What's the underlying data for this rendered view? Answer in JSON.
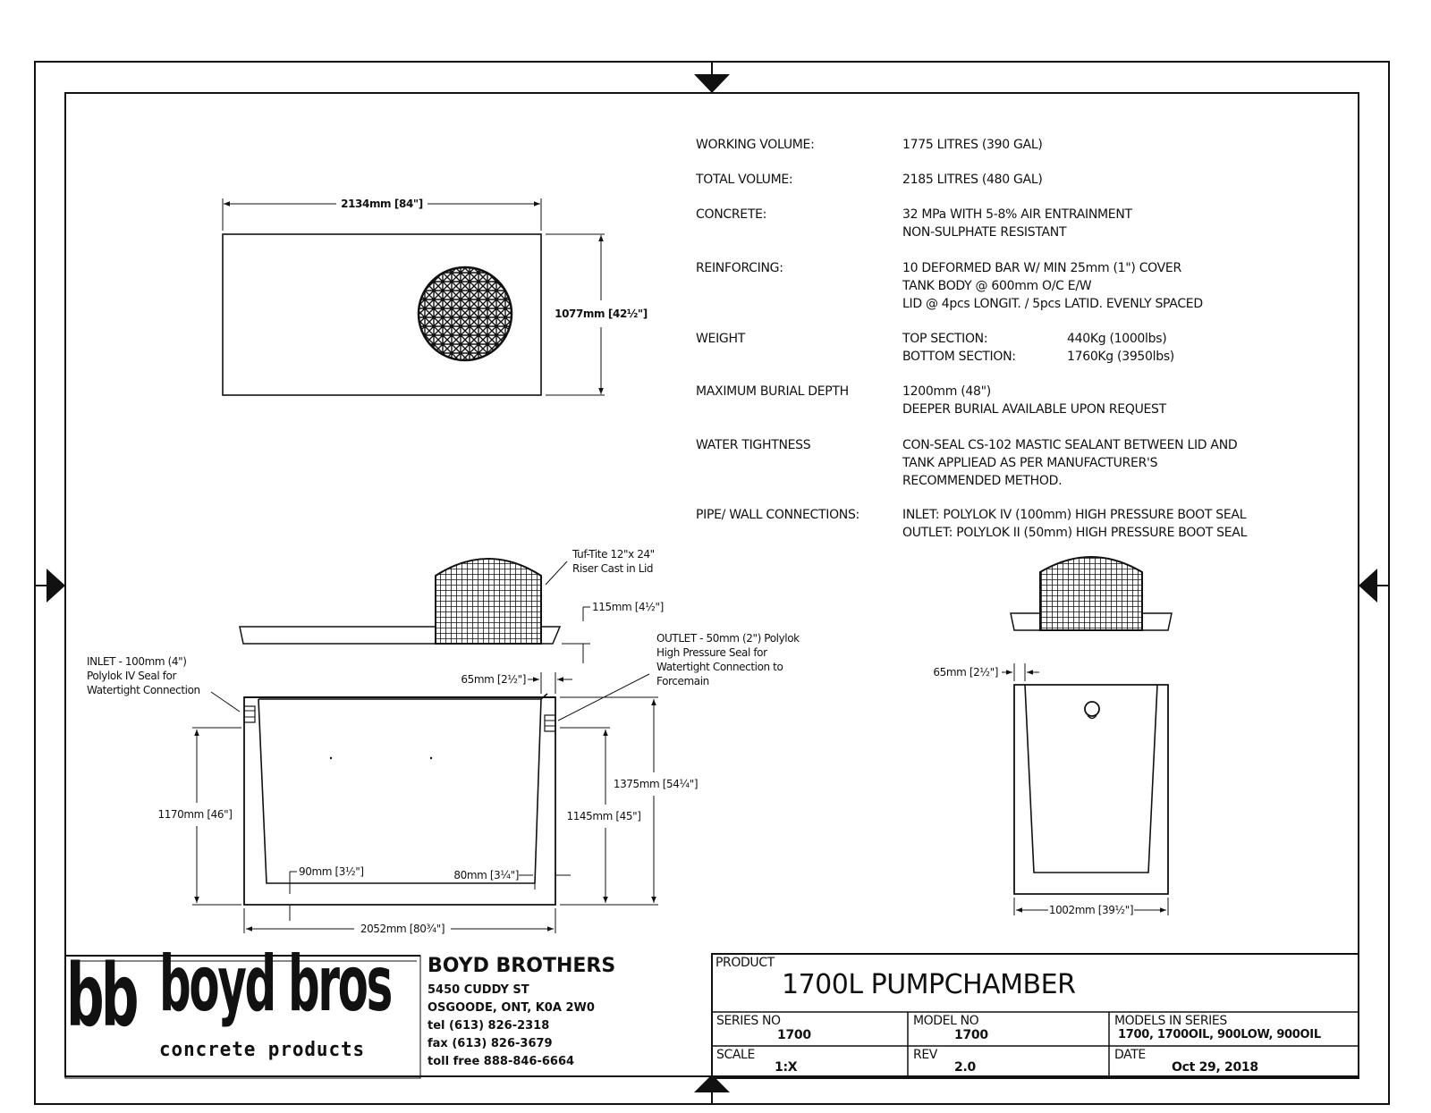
{
  "specs": [
    {
      "label": "WORKING VOLUME:",
      "lines": [
        "1775 LITRES (390 GAL)"
      ]
    },
    {
      "label": "TOTAL VOLUME:",
      "lines": [
        "2185 LITRES (480 GAL)"
      ]
    },
    {
      "label": "CONCRETE:",
      "lines": [
        "32 MPa WITH 5-8% AIR ENTRAINMENT",
        "NON-SULPHATE RESISTANT"
      ]
    },
    {
      "label": "REINFORCING:",
      "lines": [
        "10 DEFORMED BAR W/ MIN 25mm (1\") COVER",
        "TANK BODY @ 600mm O/C E/W",
        "LID @ 4pcs LONGIT. / 5pcs LATID. EVENLY SPACED"
      ]
    },
    {
      "label": "WEIGHT",
      "lines": [
        "TOP SECTION:",
        "BOTTOM SECTION:"
      ],
      "values": [
        "440Kg (1000lbs)",
        "1760Kg (3950lbs)"
      ]
    },
    {
      "label": "MAXIMUM BURIAL DEPTH",
      "lines": [
        "1200mm (48\")",
        "DEEPER BURIAL AVAILABLE UPON REQUEST"
      ]
    },
    {
      "label": "WATER TIGHTNESS",
      "lines": [
        "CON-SEAL CS-102 MASTIC SEALANT BETWEEN LID AND",
        "TANK APPLIEAD AS PER MANUFACTURER'S",
        "RECOMMENDED METHOD."
      ]
    },
    {
      "label": "PIPE/ WALL CONNECTIONS:",
      "lines": [
        "INLET: POLYLOK IV (100mm) HIGH PRESSURE BOOT SEAL",
        "OUTLET: POLYLOK II (50mm) HIGH PRESSURE BOOT SEAL"
      ]
    }
  ],
  "dims": {
    "top_length": "2134mm [84\"]",
    "top_width": "1077mm [42½\"]",
    "lid_riser": "115mm [4½\"]",
    "wall_top": "65mm [2½\"]",
    "height_total": "1375mm [54¼\"]",
    "height_left": "1170mm [46\"]",
    "height_right": "1145mm [45\"]",
    "floor_left": "90mm [3½\"]",
    "floor_right": "80mm [3¼\"]",
    "bottom_length": "2052mm [80¾\"]",
    "side_wall": "65mm [2½\"]",
    "side_width": "1002mm [39½\"]"
  },
  "notes": {
    "riser": [
      "Tuf-Tite 12\"x 24\"",
      "Riser Cast in Lid"
    ],
    "inlet": [
      "INLET - 100mm (4\")",
      "Polylok IV Seal for",
      "Watertight Connection"
    ],
    "outlet": [
      "OUTLET - 50mm (2\") Polylok",
      "High Pressure Seal for",
      "Watertight Connection to",
      "Forcemain"
    ]
  },
  "logo": {
    "mark": "bb",
    "name": "boyd bros",
    "tagline": "concrete products"
  },
  "company": {
    "name": "BOYD BROTHERS",
    "address1": "5450 CUDDY ST",
    "address2": "OSGOODE, ONT, K0A 2W0",
    "tel": "tel (613) 826-2318",
    "fax": "fax (613) 826-3679",
    "tollfree": "toll free 888-846-6664"
  },
  "titleblock": {
    "product_label": "PRODUCT",
    "product": "1700L PUMPCHAMBER",
    "series_label": "SERIES NO",
    "series": "1700",
    "model_label": "MODEL NO",
    "model": "1700",
    "models_label": "MODELS IN SERIES",
    "models": "1700, 1700OIL, 900LOW, 900OIL",
    "scale_label": "SCALE",
    "scale": "1:X",
    "rev_label": "REV",
    "rev": "2.0",
    "date_label": "DATE",
    "date": "Oct 29, 2018"
  }
}
